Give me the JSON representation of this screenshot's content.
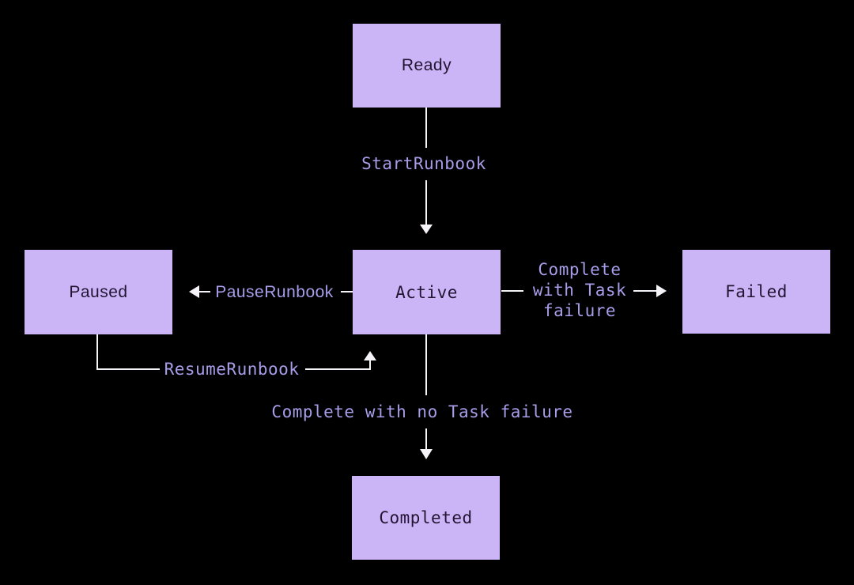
{
  "diagram": {
    "nodes": [
      {
        "id": "ready",
        "label": "Ready"
      },
      {
        "id": "active",
        "label": "Active"
      },
      {
        "id": "paused",
        "label": "Paused"
      },
      {
        "id": "failed",
        "label": "Failed"
      },
      {
        "id": "completed",
        "label": "Completed"
      }
    ],
    "transitions": [
      {
        "label": "StartRunbook",
        "from": "Ready",
        "to": "Active"
      },
      {
        "label": "PauseRunbook",
        "from": "Active",
        "to": "Paused"
      },
      {
        "label": "ResumeRunbook",
        "from": "Paused",
        "to": "Active"
      },
      {
        "label": "Complete with Task failure",
        "label_lines": [
          "Complete",
          "with Task",
          "failure"
        ],
        "from": "Active",
        "to": "Failed"
      },
      {
        "label": "Complete with no Task failure",
        "from": "Active",
        "to": "Completed"
      }
    ],
    "colors": {
      "background": "#000000",
      "node_fill": "#ccb5f7",
      "node_text": "#211532",
      "edge_line": "#f5f2f8",
      "edge_label_text": "#a79de8"
    }
  }
}
